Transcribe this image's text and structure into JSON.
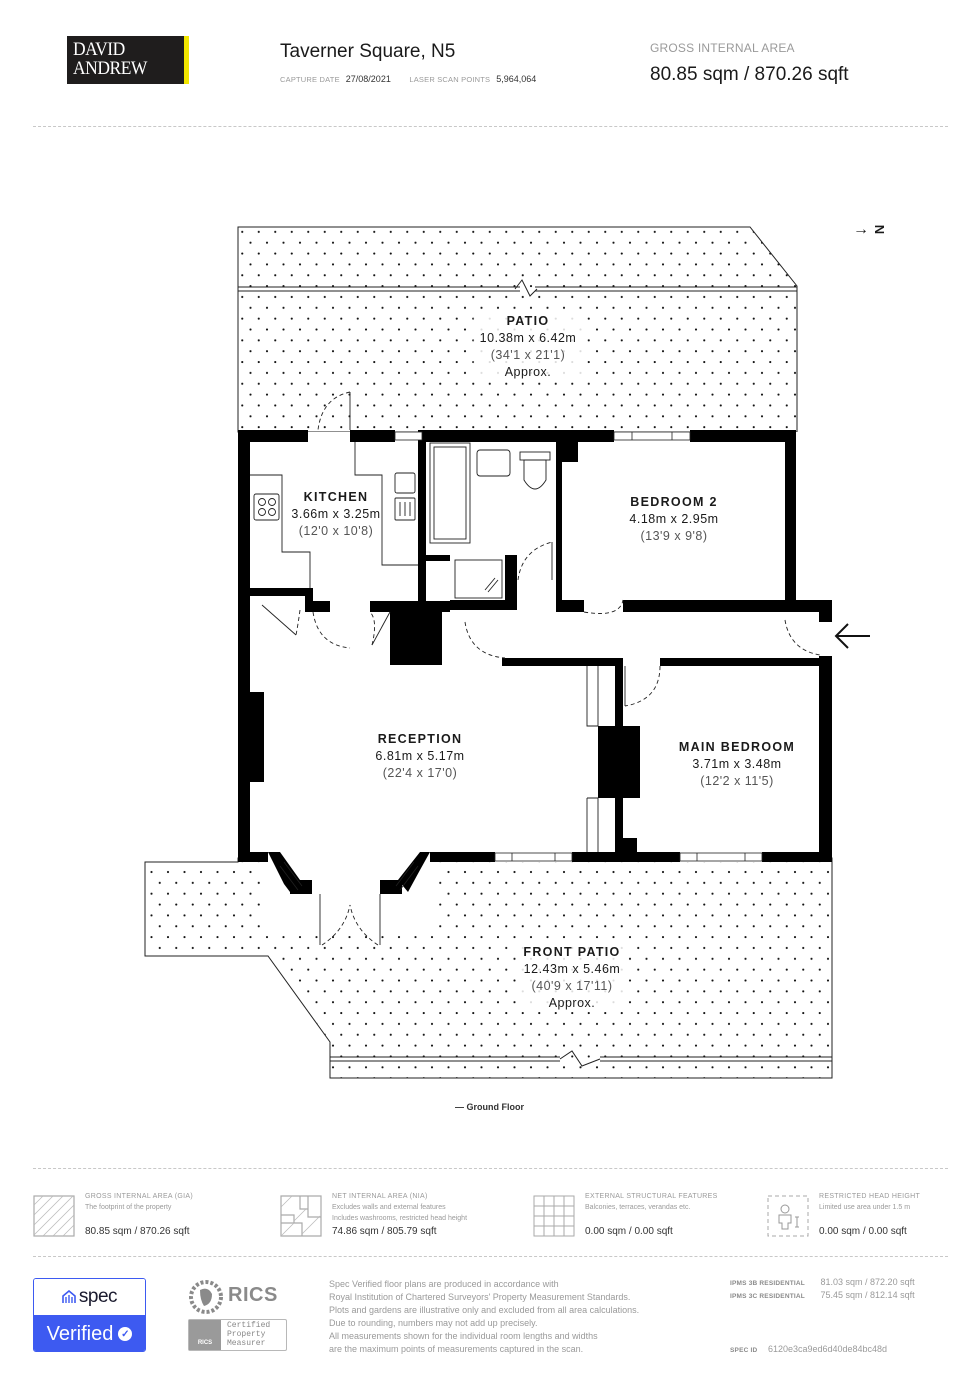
{
  "header": {
    "brand": {
      "line1": "DAVID",
      "line2": "ANDREW",
      "accent_color": "#f2e600",
      "bg_color": "#1f1d1d"
    },
    "property_title": "Taverner Square, N5",
    "capture_date_label": "CAPTURE DATE",
    "capture_date": "27/08/2021",
    "laser_scan_label": "LASER SCAN POINTS",
    "laser_scan_points": "5,964,064",
    "gia_label": "GROSS INTERNAL AREA",
    "gia_value": "80.85 sqm / 870.26 sqft"
  },
  "plan": {
    "compass": {
      "arrow": "→",
      "letter": "N",
      "label": "north-arrow"
    },
    "entrance_arrow": "←",
    "floor_caption": "— Ground Floor",
    "rooms": [
      {
        "id": "patio",
        "name": "PATIO",
        "metric": "10.38m x 6.42m",
        "imperial": "(34'1 x 21'1)",
        "note": "Approx."
      },
      {
        "id": "kitchen",
        "name": "KITCHEN",
        "metric": "3.66m x 3.25m",
        "imperial": "(12'0 x 10'8)"
      },
      {
        "id": "bedroom2",
        "name": "BEDROOM 2",
        "metric": "4.18m x 2.95m",
        "imperial": "(13'9 x 9'8)"
      },
      {
        "id": "reception",
        "name": "RECEPTION",
        "metric": "6.81m x 5.17m",
        "imperial": "(22'4 x 17'0)"
      },
      {
        "id": "main_bedroom",
        "name": "MAIN BEDROOM",
        "metric": "3.71m x 3.48m",
        "imperial": "(12'2 x 11'5)"
      },
      {
        "id": "front_patio",
        "name": "FRONT PATIO",
        "metric": "12.43m x 5.46m",
        "imperial": "(40'9 x 17'11)",
        "note": "Approx."
      }
    ]
  },
  "legend": [
    {
      "icon": "hatched-square-icon",
      "title": "GROSS INTERNAL AREA (GIA)",
      "desc1": "The footprint of the property",
      "desc2": "",
      "value": "80.85 sqm / 870.26 sqft"
    },
    {
      "icon": "hatched-rooms-icon",
      "title": "NET INTERNAL AREA (NIA)",
      "desc1": "Excludes walls and external features",
      "desc2": "Includes washrooms, restricted head height",
      "value": "74.86 sqm / 805.79 sqft"
    },
    {
      "icon": "grid-icon",
      "title": "EXTERNAL STRUCTURAL FEATURES",
      "desc1": "Balconies, terraces, verandas etc.",
      "desc2": "",
      "value": "0.00 sqm / 0.00 sqft"
    },
    {
      "icon": "person-height-icon",
      "title": "RESTRICTED HEAD HEIGHT",
      "desc1": "Limited use area under 1.5 m",
      "desc2": "",
      "value": "0.00 sqm / 0.00 sqft"
    }
  ],
  "footer": {
    "spec_badge": {
      "brand": "spec",
      "status": "Verified",
      "color": "#3d5af1"
    },
    "rics": {
      "word": "RICS",
      "cert_lines": [
        "Certified",
        "Property",
        "Measurer"
      ],
      "box_label": "RICS"
    },
    "disclaimer": [
      "Spec Verified floor plans are produced in accordance with",
      "Royal Institution of Chartered Surveyors' Property Measurement Standards.",
      "Plots and gardens are illustrative only and excluded from all area calculations.",
      "Due to rounding, numbers may not add up precisely.",
      "All measurements shown for the individual room lengths and widths",
      "are the maximum points of measurements captured in the scan."
    ],
    "ipms": [
      {
        "label": "IPMS 3B RESIDENTIAL",
        "value": "81.03 sqm / 872.20 sqft"
      },
      {
        "label": "IPMS 3C RESIDENTIAL",
        "value": "75.45 sqm / 812.14 sqft"
      }
    ],
    "spec_id_label": "SPEC ID",
    "spec_id": "6120e3ca9ed6d40de84bc48d"
  }
}
